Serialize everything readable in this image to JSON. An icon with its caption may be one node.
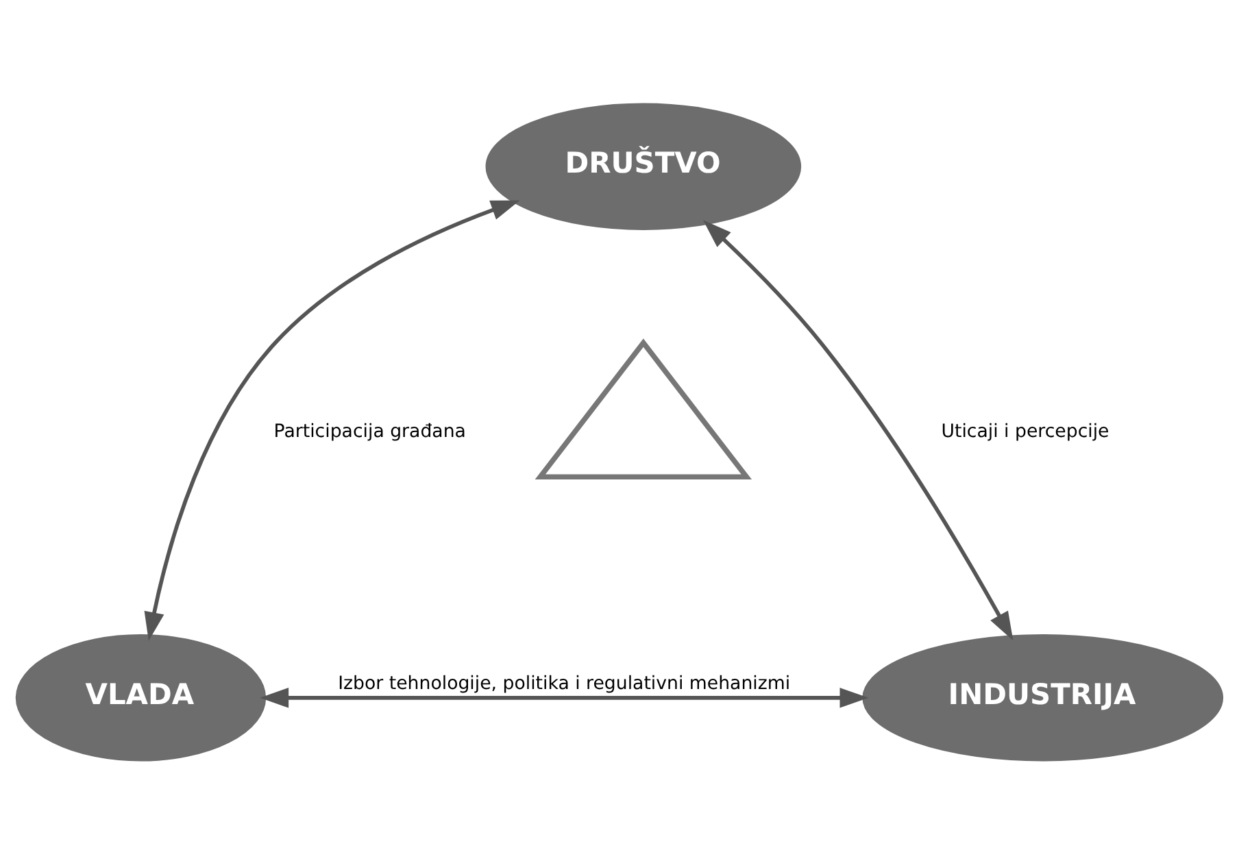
{
  "diagram": {
    "nodes": [
      {
        "text": [
          "DRUŠTVO"
        ]
      },
      {
        "text": [
          "INDUSTRIJA"
        ]
      },
      {
        "text": [
          "VLADA"
        ]
      },
      {
        "text": [],
        "shape": "triangle"
      }
    ],
    "edges": [
      {
        "from": 1,
        "to": 0,
        "arrow": "both",
        "label": "Uticaji i percepcije"
      },
      {
        "from": 0,
        "to": 2,
        "arrow": "both",
        "label": "Participacija građana"
      },
      {
        "from": 1,
        "to": 2,
        "arrow": "both",
        "label": "Izbor tehnologije, politika i regulativni mehanizmi"
      }
    ]
  }
}
